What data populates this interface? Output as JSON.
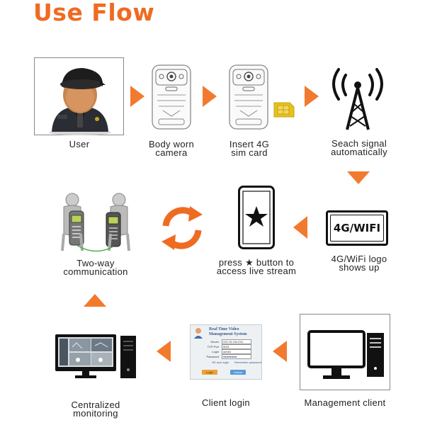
{
  "title": "Use Flow",
  "steps": {
    "user": [
      "User"
    ],
    "camera": [
      "Body worn",
      "camera"
    ],
    "sim": [
      "Insert 4G",
      "sim card"
    ],
    "signal": [
      "Seach signal",
      "automatically"
    ],
    "logo": [
      "4G/WiFi logo",
      "shows up"
    ],
    "press": [
      "press ★ button to",
      "access live stream"
    ],
    "twoway": [
      "Two-way",
      "communication"
    ],
    "mgmt": [
      "Management client"
    ],
    "login": [
      "Client login"
    ],
    "central": [
      "Centralized",
      "monitoring"
    ]
  },
  "badge_text": "4G/WIFI",
  "login_form": {
    "heading1": "Real Time Video",
    "heading2": "Management System",
    "server_label": "Server",
    "server_value": "220.78.234.234",
    "port_label": "TCP Port",
    "port_value": "5021",
    "login_label": "Login",
    "login_value": "admin",
    "password_label": "Password",
    "password_value": "●●●●●●●●",
    "check1": "OK auto login",
    "check2": "Remember password",
    "login_btn": "Login",
    "cancel_btn": "Cancel"
  },
  "colors": {
    "accent": "#ef6b22",
    "arrow": "#f27a2e",
    "sim": "#e8c21c",
    "text": "#222222"
  }
}
